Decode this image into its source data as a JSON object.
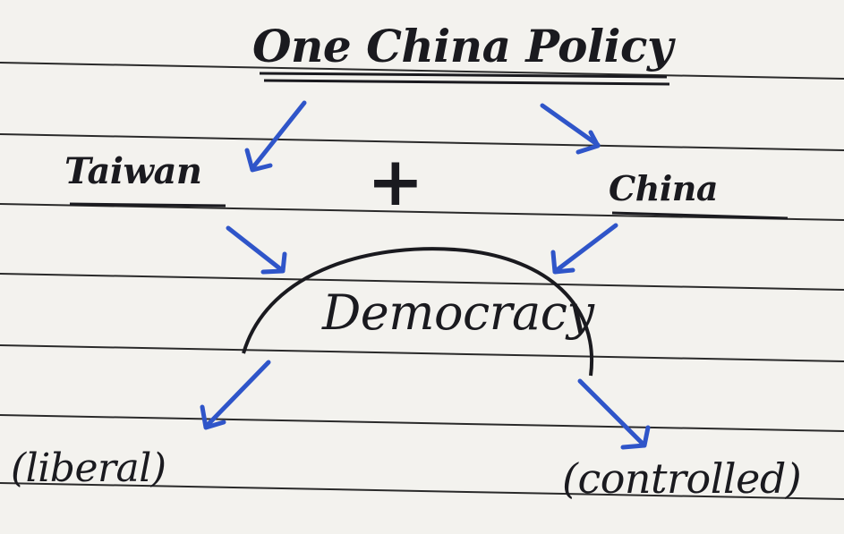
{
  "title": "One China Policy",
  "left_item": "Taiwan",
  "right_item": "China",
  "operator": "+",
  "center": "Democracy",
  "left_result": "(liberal)",
  "right_result": "(controlled)",
  "colors": {
    "ink": "#1a1a1f",
    "arrow": "#2f55c9",
    "rule_lines": "#2a2a2a",
    "paper": "#f3f2ee"
  }
}
